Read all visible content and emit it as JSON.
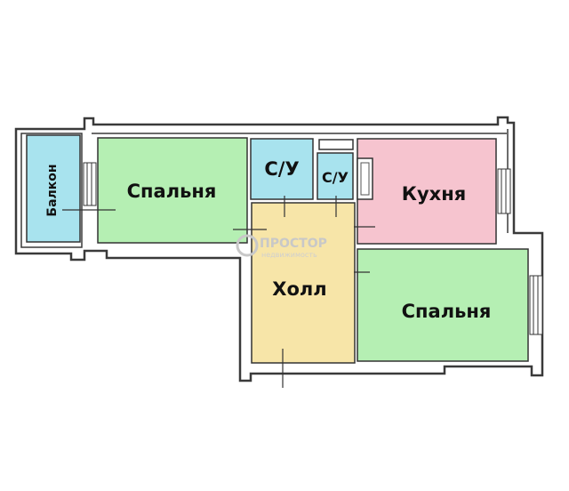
{
  "rooms": {
    "balcony": {
      "label": "Балкон"
    },
    "bedroom_1": {
      "label": "Спальня"
    },
    "bathroom_1": {
      "label": "С/У"
    },
    "bathroom_2": {
      "label": "С/У"
    },
    "kitchen": {
      "label": "Кухня"
    },
    "hall": {
      "label": "Холл"
    },
    "bedroom_2": {
      "label": "Спальня"
    }
  },
  "watermark": {
    "title": "ПРОСТОР",
    "subtitle": "недвижимость"
  },
  "colors": {
    "balcony": "#a8e3ee",
    "bedroom": "#b5efb3",
    "bathroom": "#a8e3ee",
    "kitchen": "#f6c4cf",
    "hall": "#f7e5a8",
    "wall": "#3a3a3a"
  }
}
